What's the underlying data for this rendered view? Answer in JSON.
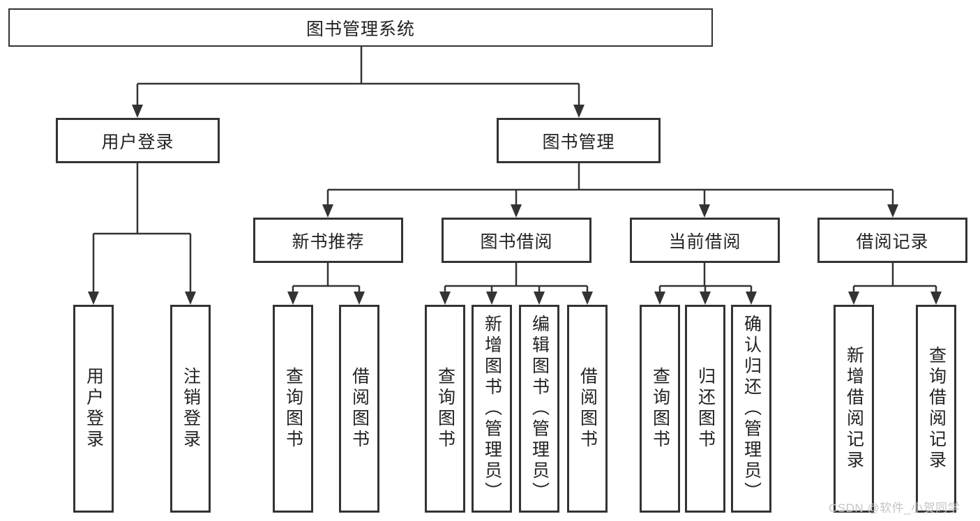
{
  "diagram_type": "hierarchy-tree",
  "nodes": {
    "root": {
      "label": "图书管理系统"
    },
    "user_login": {
      "label": "用户登录"
    },
    "book_management": {
      "label": "图书管理"
    },
    "new_book_recommend": {
      "label": "新书推荐"
    },
    "book_borrow": {
      "label": "图书借阅"
    },
    "current_borrow": {
      "label": "当前借阅"
    },
    "borrow_record": {
      "label": "借阅记录"
    },
    "login_user_login": {
      "label": "用户登录"
    },
    "login_logout": {
      "label": "注销登录"
    },
    "nbr_query_book": {
      "label": "查询图书"
    },
    "nbr_borrow_book": {
      "label": "借阅图书"
    },
    "bb_query_book": {
      "label": "查询图书"
    },
    "bb_add_book_admin": {
      "label": "新增图书（管理员）"
    },
    "bb_edit_book_admin": {
      "label": "编辑图书（管理员）"
    },
    "bb_borrow_book": {
      "label": "借阅图书"
    },
    "cb_query_book": {
      "label": "查询图书"
    },
    "cb_return_book": {
      "label": "归还图书"
    },
    "cb_confirm_return_admin": {
      "label": "确认归还（管理员）"
    },
    "br_add_record": {
      "label": "新增借阅记录"
    },
    "br_query_record": {
      "label": "查询借阅记录"
    }
  },
  "hierarchy": {
    "图书管理系统": {
      "用户登录": [
        "用户登录",
        "注销登录"
      ],
      "图书管理": {
        "新书推荐": [
          "查询图书",
          "借阅图书"
        ],
        "图书借阅": [
          "查询图书",
          "新增图书（管理员）",
          "编辑图书（管理员）",
          "借阅图书"
        ],
        "当前借阅": [
          "查询图书",
          "归还图书",
          "确认归还（管理员）"
        ],
        "借阅记录": [
          "新增借阅记录",
          "查询借阅记录"
        ]
      }
    }
  },
  "watermark": {
    "text": "CSDN @软件_小贺同学"
  },
  "colors": {
    "background": "#ffffff",
    "box_fill": "#ffffff",
    "box_border": "#333333",
    "line": "#333333",
    "text": "#222222",
    "watermark": "#c5c5c5"
  }
}
